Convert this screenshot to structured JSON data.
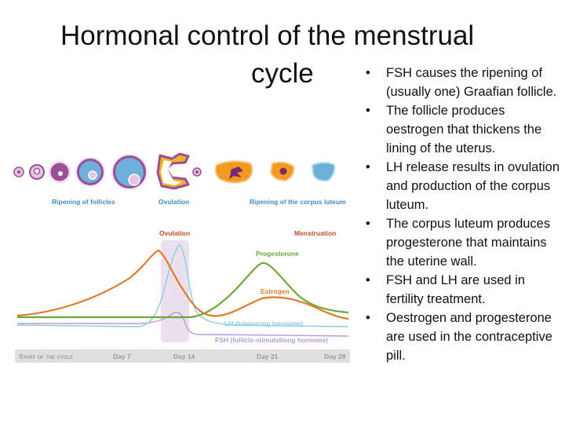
{
  "slide": {
    "title_line1": "Hormonal control of the menstrual",
    "title_line2": "cycle",
    "bullets": [
      "FSH causes the ripening of (usually one) Graafian follicle.",
      "The follicle produces oestrogen that thickens the lining of the uterus.",
      "LH release results in ovulation and production of the corpus luteum.",
      "The corpus luteum produces progesterone that maintains the uterine wall.",
      "FSH and LH are used in fertility treatment.",
      "Oestrogen and progesterone are used in the contraceptive pill."
    ]
  },
  "diagram": {
    "phase_labels": {
      "ripening": "Ripening of follicles",
      "ovulation_top": "Ovulation",
      "corpus": "Ripening of the corpus luteum"
    },
    "graph_labels": {
      "ovulation": "Ovulation",
      "menstruation": "Menstruation",
      "progesterone": "Progesterone",
      "estrogen": "Estrogen",
      "lh": "LH (luteinizing hormone)",
      "fsh": "FSH (follicle-stimulationg hormone)"
    },
    "timeline": [
      "Start of the cycle",
      "Day 7",
      "Day 14",
      "Day 21",
      "Day 28"
    ],
    "colors": {
      "follicle_purple": "#9b4f96",
      "follicle_blue": "#6fb0d8",
      "ovulation_gold": "#f0b323",
      "corpus_orange": "#f39a1e",
      "label_blue": "#3f8fc4",
      "label_red": "#c24d2c",
      "progesterone": "#6aaa3a",
      "estrogen": "#e07b2a",
      "lh": "#8fcbe0",
      "fsh": "#b79ccf",
      "timeline_bar": "#e0e0e0"
    }
  }
}
